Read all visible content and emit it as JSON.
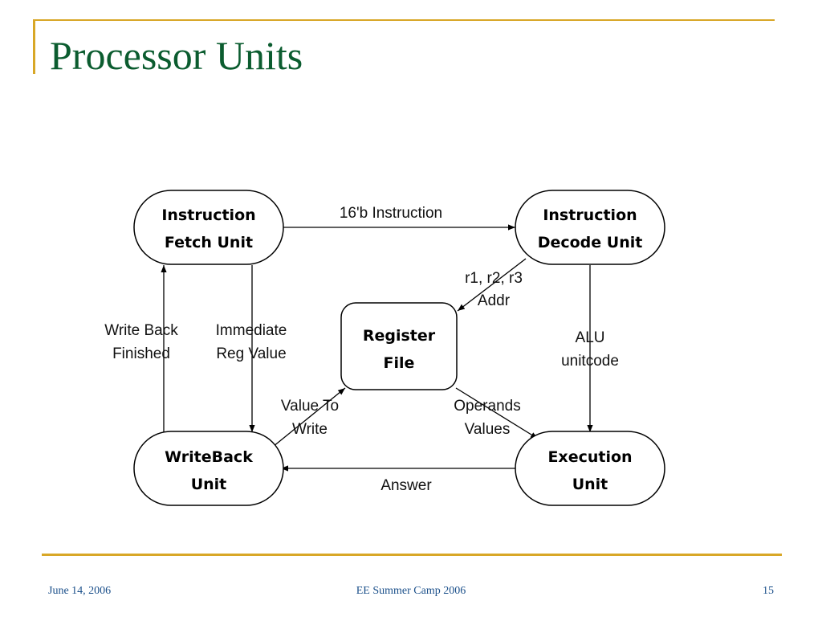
{
  "slide": {
    "title": "Processor Units",
    "footer_left": "June 14, 2006",
    "footer_center": "EE Summer Camp 2006",
    "footer_right": "15"
  },
  "diagram": {
    "units": {
      "fetch": [
        "Instruction",
        "Fetch Unit"
      ],
      "decode": [
        "Instruction",
        "Decode Unit"
      ],
      "register": [
        "Register",
        "File"
      ],
      "writeback": [
        "WriteBack",
        "Unit"
      ],
      "execution": [
        "Execution",
        "Unit"
      ]
    },
    "edges": {
      "fetch_to_decode": [
        "16'b Instruction"
      ],
      "decode_to_register": [
        "r1, r2, r3",
        "Addr"
      ],
      "decode_to_execution": [
        "ALU",
        "unitcode"
      ],
      "writeback_to_fetch": [
        "Write Back",
        "Finished"
      ],
      "fetch_to_writeback": [
        "Immediate",
        "Reg Value"
      ],
      "writeback_to_register": [
        "Value To",
        "Write"
      ],
      "register_to_execution": [
        "Operands",
        "Values"
      ],
      "execution_to_writeback": [
        "Answer"
      ]
    }
  },
  "colors": {
    "accent": "#d8a727",
    "title": "#0b5c2f",
    "footer": "#1a4f8a"
  }
}
